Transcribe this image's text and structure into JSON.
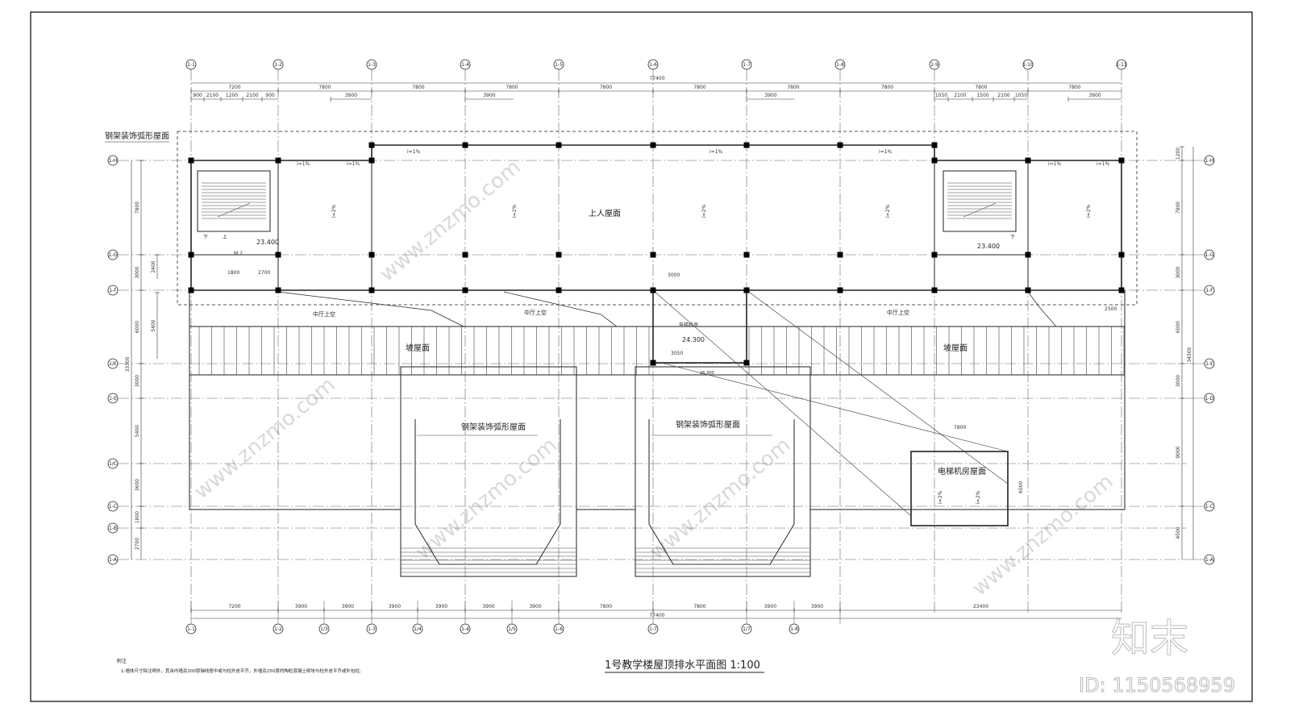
{
  "title": "1号教学楼屋顶排水平面图 1:100",
  "notes": {
    "heading": "附注",
    "line1": "1:墙体尺寸除注明外，其余内墙及200厚轴线居中或与柱外皮平齐，外墙及250厚的陶粒混凝土砌块与柱外皮平齐或外包柱;"
  },
  "axes_top": [
    "1-1",
    "1-2",
    "1-3",
    "1-4",
    "1-5",
    "1-6",
    "1-7",
    "1-8",
    "1-9",
    "1-10",
    "1-11"
  ],
  "axes_bottom": [
    "1-1",
    "1-2",
    "1/3",
    "1-3",
    "1/4",
    "1-4",
    "1/5",
    "1-6",
    "1-7",
    "1/7",
    "1-8"
  ],
  "axes_left": [
    "1-H",
    "1-G",
    "1-F",
    "1/E",
    "1-E",
    "1/C",
    "1-C",
    "1-B",
    "1-A"
  ],
  "axes_right": [
    "1-H",
    "1-G",
    "1-F",
    "1-E",
    "1-D",
    "1-C",
    "1-A"
  ],
  "dims_top_total": "77400",
  "dims_top": [
    "7200",
    "7800",
    "7800",
    "7800",
    "7800",
    "7800",
    "7800",
    "7800",
    "7800",
    "7800"
  ],
  "dims_top_sub_left": [
    "900",
    "2100",
    "1200",
    "2100",
    "900"
  ],
  "dims_top_sub_right": [
    "1050",
    "2100",
    "1500",
    "2100",
    "1050"
  ],
  "dims_top_extra": [
    "3900",
    "3900",
    "3900",
    "3900"
  ],
  "dims_bottom_total": "77400",
  "dims_bottom": [
    "7200",
    "3900",
    "3900",
    "3900",
    "3900",
    "3900",
    "3900",
    "7800",
    "7800",
    "3900",
    "3900",
    "23400"
  ],
  "dims_left_total": "33300",
  "dims_left": [
    "7800",
    "3000",
    "6000",
    "3000",
    "5400",
    "3600",
    "1800",
    "2700"
  ],
  "dims_left_inner": [
    "2400",
    "5400"
  ],
  "dims_right_total": "34500",
  "dims_right": [
    "1200",
    "7800",
    "3000",
    "6000",
    "3000",
    "9000",
    "4500"
  ],
  "labels": {
    "accessible_roof": "上人屋面",
    "slope_roof_left": "坡屋面",
    "slope_roof_right": "坡屋面",
    "steel_arc_roof_top": "钢架装饰弧形屋面",
    "steel_arc_roof_a": "钢架装饰弧形屋面",
    "steel_arc_roof_b": "钢架装饰弧形屋面",
    "elevator_room_roof": "电梯机房屋面",
    "elevator_room": "电梯机房",
    "atrium_a": "中厅上空",
    "atrium_b": "中厅上空",
    "atrium_c": "中厅上空",
    "elev_1": "23.400",
    "elev_2": "23.400",
    "elev_3": "24.300",
    "elev_4": "26.300",
    "slope_1pct": "i=1%",
    "slope_2pct": "i=2%",
    "stair_down": "下",
    "stair_up": "上",
    "door": "M 2",
    "dim_1800": "1800",
    "dim_2700": "2700",
    "dim_3000": "3000",
    "dim_3050": "3050",
    "dim_7800": "7800",
    "dim_6000": "6000",
    "dim_2500": "2500"
  },
  "watermark": {
    "logo": "知末",
    "id": "ID: 1150568959",
    "site": "www.znzmo.com"
  }
}
